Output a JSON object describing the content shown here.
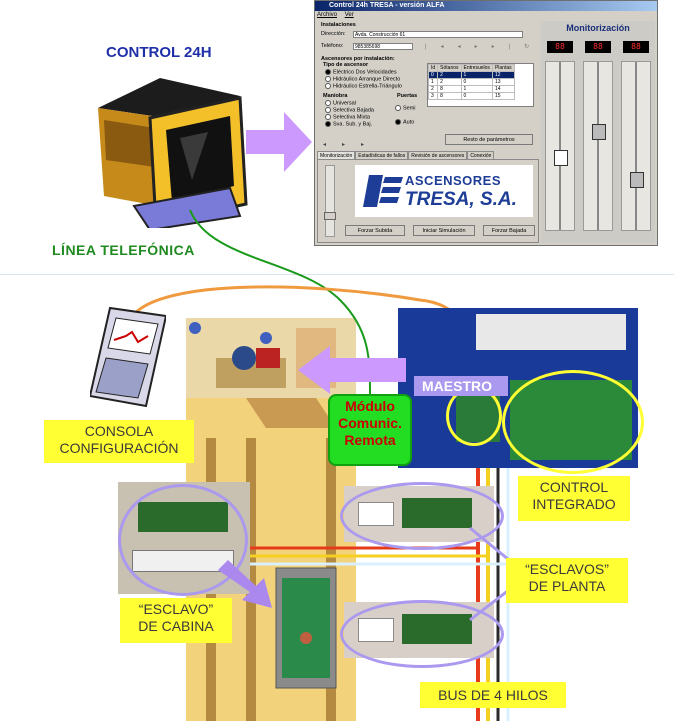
{
  "labels": {
    "control24h": "CONTROL 24H",
    "linea": "LÍNEA TELEFÓNICA",
    "consola": "CONSOLA\nCONFIGURACIÓN",
    "maestro": "MAESTRO",
    "modulo": "Módulo\nComunic.\nRemota",
    "control_integrado": "CONTROL\nINTEGRADO",
    "esclavos_planta": "“ESCLAVOS”\nDE PLANTA",
    "esclavo_cabina": "“ESCLAVO”\nDE CABINA",
    "bus": "BUS DE 4 HILOS"
  },
  "app": {
    "title": "Control 24h TRESA - versión ALFA",
    "menu": [
      "Archivo",
      "Ver"
    ],
    "instalaciones": "Instalaciones",
    "direccion_label": "Dirección:",
    "direccion_value": "Avda. Construcción 61",
    "telefono_label": "Teléfono:",
    "telefono_value": "985385698",
    "ascensores_label": "Ascensores por instalación:",
    "tipo_label": "Tipo de ascensor",
    "tipos": [
      "Eléctrico Dos Velocidades",
      "Hidráulico Arranque Directo",
      "Hidráulico Estrella-Triángulo"
    ],
    "maniobra_label": "Maniobra",
    "maniobras": [
      "Universal",
      "Selectiva Bajada",
      "Selectiva Mixta",
      "Sva. Sub. y Baj."
    ],
    "puertas_label": "Puertas",
    "puertas": [
      "Semi",
      "Auto"
    ],
    "grid_headers": [
      "Id",
      "Sótanos",
      "Entresuelos",
      "Plantas"
    ],
    "grid_rows": [
      [
        "0",
        "2",
        "1",
        "12"
      ],
      [
        "1",
        "2",
        "0",
        "13"
      ],
      [
        "2",
        "8",
        "1",
        "14"
      ],
      [
        "3",
        "8",
        "0",
        "15"
      ]
    ],
    "resto_button": "Resto de parámetros",
    "tabs": [
      "Monitorización",
      "Estadísticas de fallos",
      "Revisión de ascensores",
      "Conexión"
    ],
    "logo_line1": "ASCENSORES",
    "logo_line2": "TRESA, S.A.",
    "buttons": [
      "Forzar Subida",
      "Iniciar Simulación",
      "Forzar Bajada"
    ],
    "monitor_title": "Monitorización",
    "leds": [
      "88",
      "88",
      "88"
    ]
  }
}
